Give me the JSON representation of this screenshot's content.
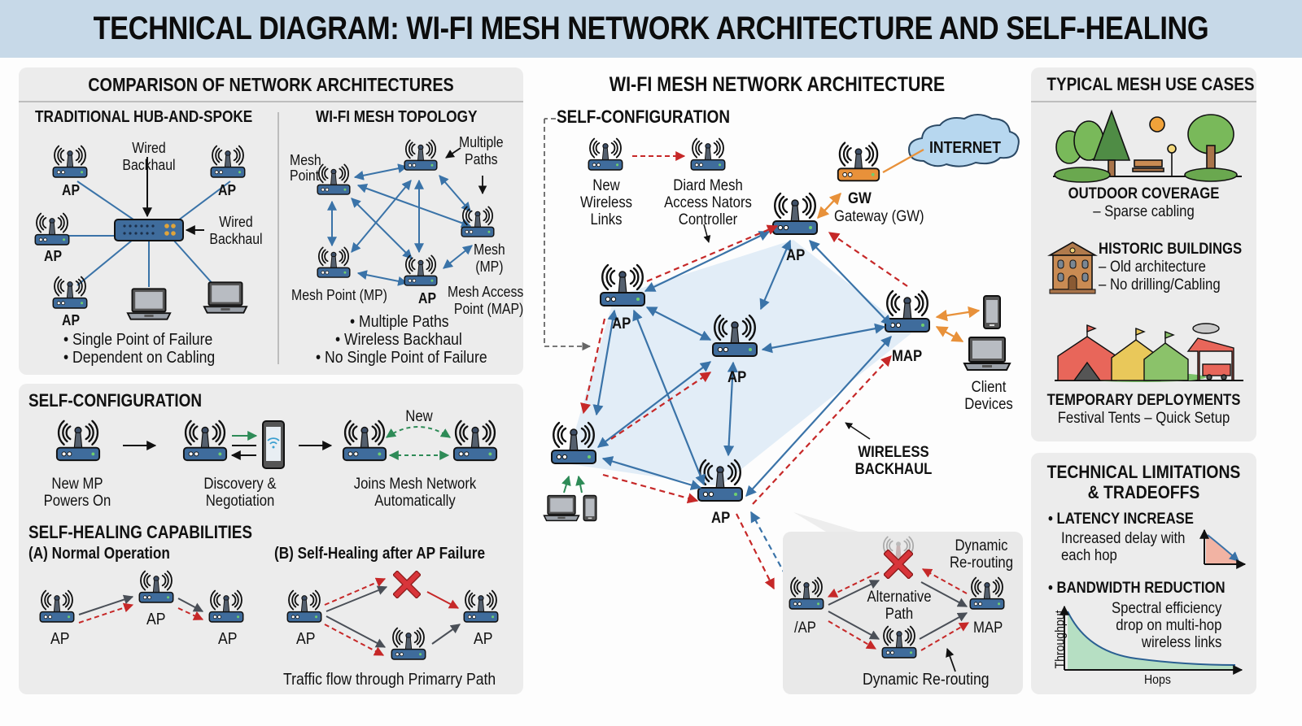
{
  "title": "TECHNICAL DIAGRAM: WI-FI MESH NETWORK ARCHITECTURE AND SELF-HEALING",
  "comparison": {
    "title": "COMPARISON OF NETWORK ARCHITECTURES",
    "hub_spoke": {
      "title": "TRADITIONAL HUB-AND-SPOKE",
      "ap_label": "AP",
      "wired_backhaul_1": "Wired\nBackhaul",
      "wired_backhaul_2": "Wired\nBackhaul",
      "bullets": [
        "• Single Point of Failure",
        "• Dependent on Cabling"
      ]
    },
    "mesh": {
      "title": "WI-FI MESH TOPOLOGY",
      "mesh_point": "Mesh\nPoint",
      "multiple_paths": "Multiple\nPaths",
      "mesh_mp": "Mesh\n(MP)",
      "mesh_point_mp": "Mesh Point (MP)",
      "ap": "AP",
      "map": "Mesh Access\nPoint (MAP)",
      "bullets": [
        "• Multiple Paths",
        "• Wireless Backhaul",
        "• No Single Point of Failure"
      ]
    }
  },
  "self_config": {
    "title": "SELF-CONFIGURATION",
    "steps": [
      "New MP\nPowers On",
      "Discovery &\nNegotiation",
      "Joins Mesh Network\nAutomatically"
    ],
    "new_label": "New"
  },
  "self_healing": {
    "title": "SELF-HEALING CAPABILITIES",
    "normal": {
      "title": "(A) Normal Operation",
      "labels": [
        "AP",
        "AP",
        "AP"
      ]
    },
    "healing": {
      "title": "(B) Self-Healing after AP Failure",
      "labels": [
        "AP",
        "AP"
      ],
      "caption": "Traffic flow through Primarry Path"
    }
  },
  "architecture": {
    "title": "WI-FI MESH NETWORK ARCHITECTURE",
    "self_config_title": "SELF-CONFIGURATION",
    "new_wireless_links": "New\nWireless\nLinks",
    "controller": "Diard Mesh\nAccess Nators\nController",
    "internet": "INTERNET",
    "gw": "GW",
    "gateway": "Gateway (GW)",
    "ap_label": "AP",
    "map_label": "MAP",
    "client_devices": "Client\nDevices",
    "wireless_backhaul": "WIRELESS\nBACKHAUL",
    "inset": {
      "left_ap": "/AP",
      "alternative_path": "Alternative\nPath",
      "dynamic_rerouting_top": "Dynamic\nRe-routing",
      "map": "MAP",
      "dynamic_rerouting_bottom": "Dynamic Re-routing"
    }
  },
  "use_cases": {
    "title": "TYPICAL MESH USE CASES",
    "items": [
      {
        "title": "OUTDOOR COVERAGE",
        "lines": [
          "– Sparse cabling"
        ]
      },
      {
        "title": "HISTORIC BUILDINGS",
        "lines": [
          "– Old architecture",
          "– No drilling/Cabling"
        ]
      },
      {
        "title": "TEMPORARY DEPLOYMENTS",
        "lines": [
          "Festival Tents – Quick Setup"
        ]
      }
    ]
  },
  "limitations": {
    "title": "TECHNICAL LIMITATIONS\n& TRADEOFFS",
    "latency": {
      "title": "• LATENCY INCREASE",
      "text": "Increased delay with\neach hop"
    },
    "bandwidth": {
      "title": "• BANDWIDTH REDUCTION",
      "text": "Spectral efficiency\ndrop on multi-hop\nwireless links",
      "y_axis": "Throughput",
      "x_axis": "Hops"
    }
  },
  "colors": {
    "banner": "#c7d9e8",
    "panel": "#ececec",
    "router_blue": "#3f6c9c",
    "link_blue": "#3a73a8",
    "failure_red": "#c62828",
    "gateway_orange": "#e8913a",
    "mesh_area": "#dbe9f5",
    "discovery_green": "#2e8b57"
  }
}
